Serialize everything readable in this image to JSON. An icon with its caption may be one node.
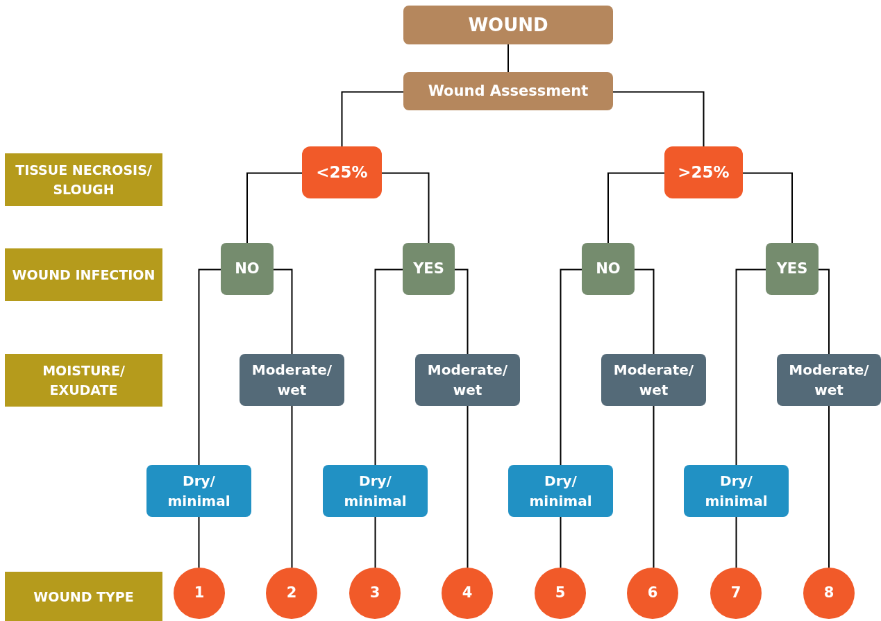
{
  "diagram": {
    "nodes": [
      {
        "text": [
          "WOUND"
        ]
      },
      {
        "text": [
          "Wound Assessment"
        ]
      },
      {
        "text": [
          "<25%"
        ]
      },
      {
        "text": [
          ">25%"
        ]
      },
      {
        "text": [
          "NO"
        ]
      },
      {
        "text": [
          "YES"
        ]
      },
      {
        "text": [
          "NO"
        ]
      },
      {
        "text": [
          "YES"
        ]
      },
      {
        "text": [
          "Moderate/ wet"
        ]
      },
      {
        "text": [
          "Moderate/ wet"
        ]
      },
      {
        "text": [
          "Moderate/ wet"
        ]
      },
      {
        "text": [
          "Moderate/ wet"
        ]
      },
      {
        "text": [
          "Dry/ minimal"
        ]
      },
      {
        "text": [
          "Dry/ minimal"
        ]
      },
      {
        "text": [
          "Dry/ minimal"
        ]
      },
      {
        "text": [
          "Dry/ minimal"
        ]
      },
      {
        "text": [
          "1"
        ]
      },
      {
        "text": [
          "2"
        ]
      },
      {
        "text": [
          "3"
        ]
      },
      {
        "text": [
          "4"
        ]
      },
      {
        "text": [
          "5"
        ]
      },
      {
        "text": [
          "6"
        ]
      },
      {
        "text": [
          "7"
        ]
      },
      {
        "text": [
          "8"
        ]
      },
      {
        "text": [
          "TISSUE NECROSIS/ SLOUGH"
        ]
      },
      {
        "text": [
          "WOUND INFECTION"
        ]
      },
      {
        "text": [
          "MOISTURE/ EXUDATE"
        ]
      },
      {
        "text": [
          "WOUND TYPE"
        ]
      }
    ],
    "edges": [
      {
        "from": 0,
        "to": 1,
        "arrow": "none"
      },
      {
        "from": 1,
        "to": 2,
        "arrow": "none"
      },
      {
        "from": 1,
        "to": 3,
        "arrow": "none"
      },
      {
        "from": 2,
        "to": 4,
        "arrow": "none"
      },
      {
        "from": 2,
        "to": 5,
        "arrow": "none"
      },
      {
        "from": 3,
        "to": 6,
        "arrow": "none"
      },
      {
        "from": 3,
        "to": 7,
        "arrow": "none"
      },
      {
        "from": 4,
        "to": 12,
        "arrow": "none"
      },
      {
        "from": 4,
        "to": 8,
        "arrow": "none"
      },
      {
        "from": 5,
        "to": 13,
        "arrow": "none"
      },
      {
        "from": 5,
        "to": 9,
        "arrow": "none"
      },
      {
        "from": 6,
        "to": 14,
        "arrow": "none"
      },
      {
        "from": 6,
        "to": 10,
        "arrow": "none"
      },
      {
        "from": 7,
        "to": 15,
        "arrow": "none"
      },
      {
        "from": 7,
        "to": 11,
        "arrow": "none"
      },
      {
        "from": 12,
        "to": 16,
        "arrow": "none"
      },
      {
        "from": 8,
        "to": 17,
        "arrow": "none"
      },
      {
        "from": 13,
        "to": 18,
        "arrow": "none"
      },
      {
        "from": 9,
        "to": 19,
        "arrow": "none"
      },
      {
        "from": 14,
        "to": 20,
        "arrow": "none"
      },
      {
        "from": 10,
        "to": 21,
        "arrow": "none"
      },
      {
        "from": 15,
        "to": 22,
        "arrow": "none"
      },
      {
        "from": 11,
        "to": 23,
        "arrow": "none"
      }
    ]
  }
}
